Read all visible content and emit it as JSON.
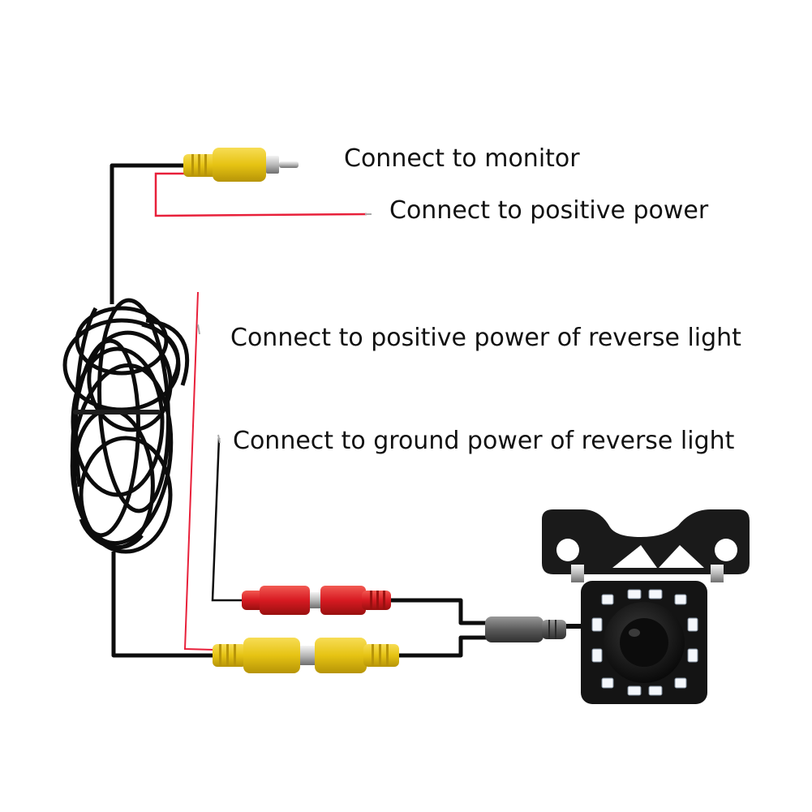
{
  "labels": {
    "monitor": "Connect to monitor",
    "positive_power": "Connect to  positive power",
    "reverse_positive": "Connect to positive power of reverse light",
    "reverse_ground": "Connect to ground power of reverse light"
  },
  "colors": {
    "cable": "#0d0d0d",
    "red_wire": "#e8203a",
    "rca_yellow": "#e8c514",
    "connector_red": "#d71a22",
    "camera_body": "#161616",
    "led": "#f4f7fb"
  },
  "icons": [
    "rca-plug-icon",
    "coiled-cable-icon",
    "backup-camera-icon"
  ]
}
